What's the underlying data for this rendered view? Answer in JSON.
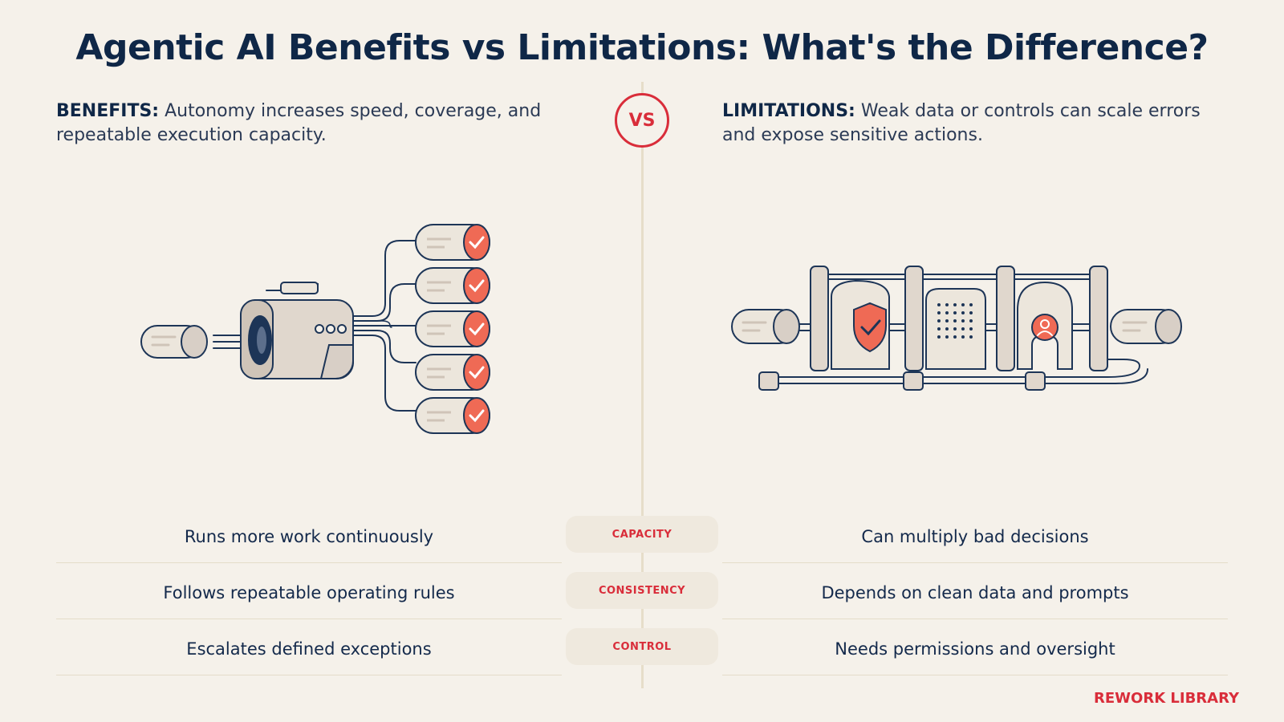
{
  "title": "Agentic AI Benefits vs Limitations: What's the Difference?",
  "vs_label": "VS",
  "benefits": {
    "lead": "BENEFITS:",
    "text": " Autonomy increases speed, coverage, and repeatable execution capacity."
  },
  "limitations": {
    "lead": "LIMITATIONS:",
    "text": " Weak data or controls can scale errors and expose sensitive actions."
  },
  "rows": [
    {
      "category": "CAPACITY",
      "benefit": "Runs more work continuously",
      "limitation": "Can multiply bad decisions"
    },
    {
      "category": "CONSISTENCY",
      "benefit": "Follows repeatable operating rules",
      "limitation": "Depends on clean data and prompts"
    },
    {
      "category": "CONTROL",
      "benefit": "Escalates defined exceptions",
      "limitation": "Needs permissions and oversight"
    }
  ],
  "brand": "REWORK LIBRARY",
  "colors": {
    "background": "#f5f1ea",
    "navy": "#0f2747",
    "accent_red": "#d92d3a",
    "coral": "#ef6a55",
    "body_fill": "#d8cfc6"
  },
  "icons": [
    "check-icon",
    "shield-check-icon",
    "user-icon"
  ]
}
